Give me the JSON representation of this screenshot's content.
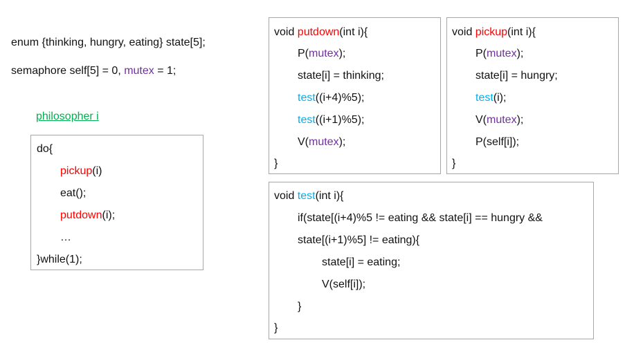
{
  "colors": {
    "function_red": "#ff0000",
    "mutex_purple": "#7030a0",
    "test_blue": "#00b0f0",
    "title_green": "#00b050",
    "border": "#a6a6a6"
  },
  "globals": {
    "enum_line": "enum {thinking, hungry, eating} state[5];",
    "semaphore_prefix": "semaphore self[5] = 0, ",
    "mutex_word": "mutex",
    "semaphore_suffix": " = 1;"
  },
  "philosopher": {
    "title": "philosopher i",
    "do_open": "do{",
    "pickup_name": "pickup",
    "pickup_args": "(i)",
    "eat": "eat();",
    "putdown_name": "putdown",
    "putdown_args": "(i);",
    "ellipsis": "…",
    "while_close": "}while(1);"
  },
  "putdown_func": {
    "sig_prefix": "void ",
    "name": "putdown",
    "sig_suffix": "(int i){",
    "p_prefix": "P(",
    "mutex": "mutex",
    "p_suffix": ");",
    "state_line": "state[i] = thinking;",
    "test1_name": "test",
    "test1_args": "((i+4)%5);",
    "test2_name": "test",
    "test2_args": "((i+1)%5);",
    "v_prefix": "V(",
    "v_mutex": "mutex",
    "v_suffix": ");",
    "close": "}"
  },
  "pickup_func": {
    "sig_prefix": "void ",
    "name": "pickup",
    "sig_suffix": "(int i){",
    "p_prefix": "P(",
    "mutex": "mutex",
    "p_suffix": ");",
    "state_line": "state[i] = hungry;",
    "test_name": "test",
    "test_args": "(i);",
    "v_prefix": "V(",
    "v_mutex": "mutex",
    "v_suffix": ");",
    "p_self": "P(self[i]);",
    "close": "}"
  },
  "test_func": {
    "sig_prefix": "void ",
    "name": "test",
    "sig_suffix": "(int i){",
    "if_line": "if(state[(i+4)%5 != eating && state[i] == hungry &&",
    "cond_cont": "state[(i+1)%5] != eating){",
    "assign_eating": "state[i] = eating;",
    "v_self": "V(self[i]);",
    "inner_close": "}",
    "close": "}"
  }
}
